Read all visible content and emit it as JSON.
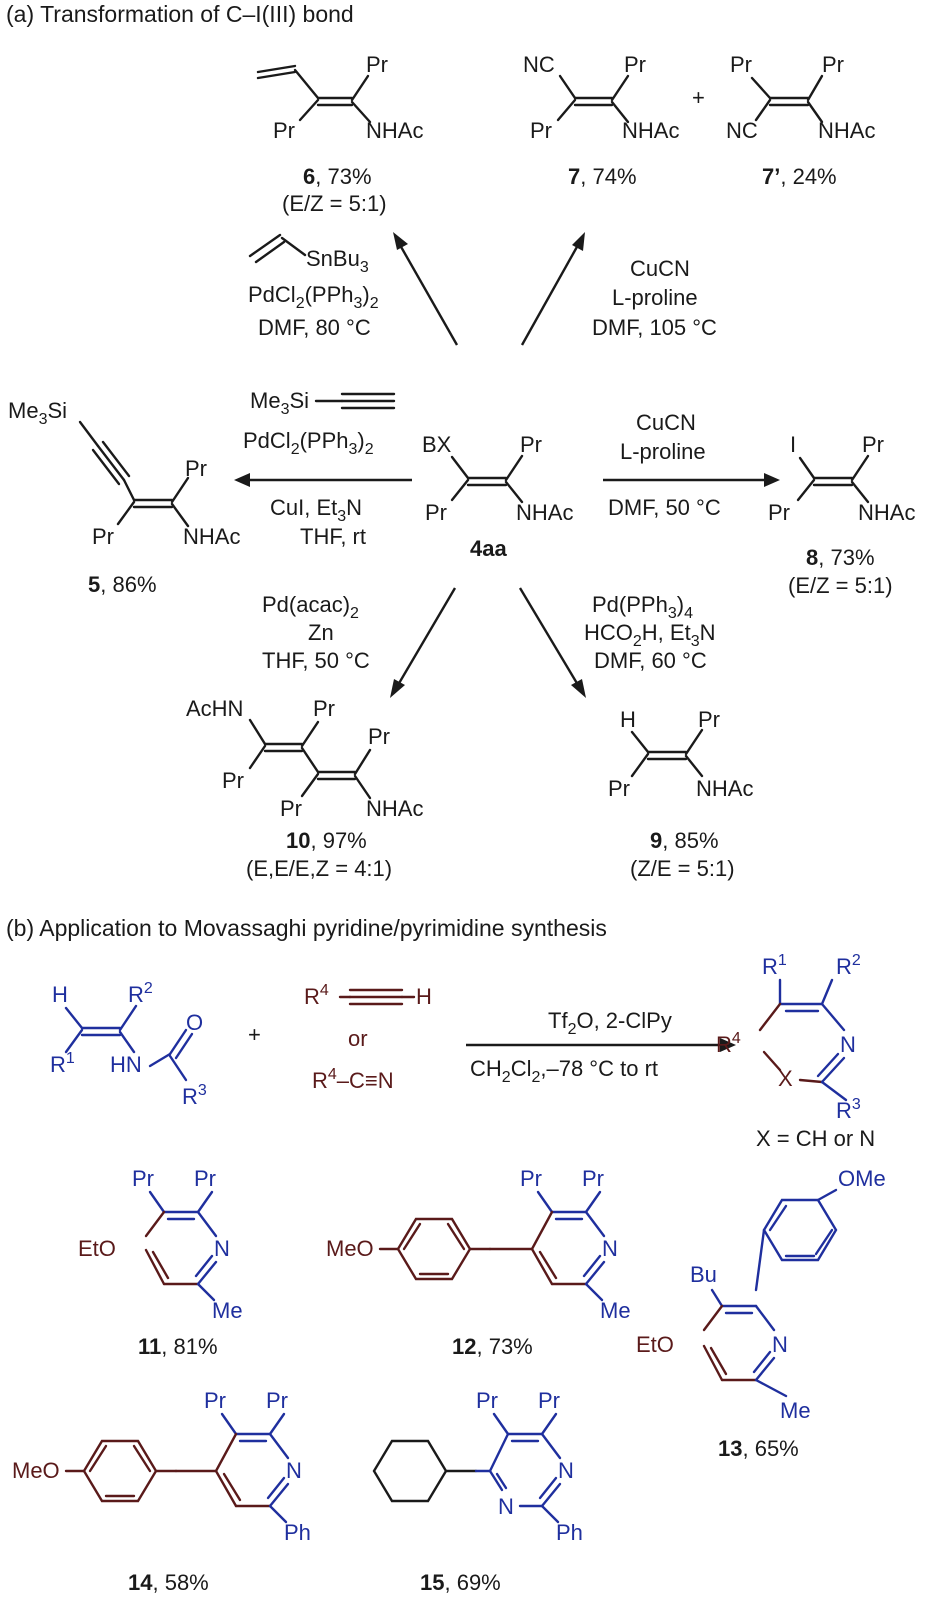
{
  "section_a": {
    "title": "(a) Transformation of C–I(III) bond",
    "start": {
      "label": "4aa",
      "bx": "BX",
      "pr1": "Pr",
      "pr2": "Pr",
      "nhac": "NHAc"
    },
    "p6": {
      "id": "6",
      "yield": ", 73%",
      "ratio": "(E/Z = 5:1)",
      "pr1": "Pr",
      "pr2": "Pr",
      "nhac": "NHAc"
    },
    "p7": {
      "id": "7",
      "yield": ", 74%",
      "nc": "NC",
      "pr1": "Pr",
      "pr2": "Pr",
      "nhac": "NHAc"
    },
    "plus": "+",
    "p7b": {
      "id": "7’",
      "yield": ", 24%",
      "nc": "NC",
      "pr1": "Pr",
      "pr2": "Pr",
      "nhac": "NHAc"
    },
    "p5": {
      "id": "5",
      "yield": ", 86%",
      "tms": "Me3Si",
      "pr1": "Pr",
      "pr2": "Pr",
      "nhac": "NHAc"
    },
    "p8": {
      "id": "8",
      "yield": ", 73%",
      "ratio": "(E/Z = 5:1)",
      "i": "I",
      "pr1": "Pr",
      "pr2": "Pr",
      "nhac": "NHAc"
    },
    "p10": {
      "id": "10",
      "yield": ", 97%",
      "ratio": "(E,E/E,Z = 4:1)",
      "achn": "AcHN",
      "pr1": "Pr",
      "pr2": "Pr",
      "pr3": "Pr",
      "pr4": "Pr",
      "nhac": "NHAc"
    },
    "p9": {
      "id": "9",
      "yield": ", 85%",
      "ratio": "(Z/E = 5:1)",
      "h": "H",
      "pr1": "Pr",
      "pr2": "Pr",
      "nhac": "NHAc"
    },
    "cond_6": {
      "reagent": "SnBu3",
      "l2": "PdCl2(PPh3)2",
      "l3": "DMF, 80 °C"
    },
    "cond_7": {
      "l1": "CuCN",
      "l2": "L-proline",
      "l3": "DMF, 105 °C"
    },
    "cond_5": {
      "reagent": "Me3Si",
      "l2": "PdCl2(PPh3)2",
      "l3": "CuI, Et3N",
      "l4": "THF, rt"
    },
    "cond_8": {
      "l1": "CuCN",
      "l2": "L-proline",
      "l3": "DMF, 50 °C"
    },
    "cond_10": {
      "l1": "Pd(acac)2",
      "l2": "Zn",
      "l3": "THF, 50 °C"
    },
    "cond_9": {
      "l1": "Pd(PPh3)4",
      "l2": "HCO2H, Et3N",
      "l3": "DMF, 60 °C"
    }
  },
  "section_b": {
    "title": "(b) Application to Movassaghi pyridine/pyrimidine synthesis",
    "amide": {
      "h": "H",
      "r1": "R1",
      "r2": "R2",
      "hn": "HN",
      "o": "O",
      "r3": "R3"
    },
    "plus": "+",
    "alkyne": {
      "r4": "R4",
      "h": "H"
    },
    "or": "or",
    "nitrile": {
      "text": "R4–C≡N"
    },
    "cond": {
      "l1": "Tf2O, 2-ClPy",
      "l2": "CH2Cl2,–78 °C to rt"
    },
    "product": {
      "r1": "R1",
      "r2": "R2",
      "r3": "R3",
      "r4": "R4",
      "n": "N",
      "x": "X",
      "note": "X = CH or N"
    },
    "c11": {
      "id": "11",
      "yield": ", 81%",
      "eto": "EtO",
      "pr1": "Pr",
      "pr2": "Pr",
      "n": "N",
      "me": "Me"
    },
    "c12": {
      "id": "12",
      "yield": ", 73%",
      "meo": "MeO",
      "pr1": "Pr",
      "pr2": "Pr",
      "n": "N",
      "me": "Me"
    },
    "c13": {
      "id": "13",
      "yield": ", 65%",
      "ome": "OMe",
      "bu": "Bu",
      "eto": "EtO",
      "n": "N",
      "me": "Me"
    },
    "c14": {
      "id": "14",
      "yield": ", 58%",
      "meo": "MeO",
      "pr1": "Pr",
      "pr2": "Pr",
      "n": "N",
      "ph": "Ph"
    },
    "c15": {
      "id": "15",
      "yield": ", 69%",
      "pr1": "Pr",
      "pr2": "Pr",
      "n1": "N",
      "n2": "N",
      "ph": "Ph"
    }
  },
  "colors": {
    "black": "#1a1a1a",
    "blue": "#1f2f9e",
    "brown": "#5a1a1a"
  }
}
